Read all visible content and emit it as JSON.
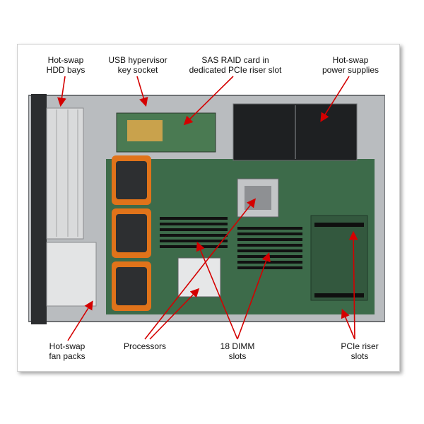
{
  "labels": {
    "hdd_bays": "Hot-swap\nHDD bays",
    "usb_hypervisor": "USB hypervisor\nkey socket",
    "sas_raid": "SAS RAID card in\ndedicated PCIe riser slot",
    "power_supplies": "Hot-swap\npower supplies",
    "fan_packs": "Hot-swap\nfan packs",
    "processors": "Processors",
    "dimm_slots": "18 DIMM\nslots",
    "pcie_riser": "PCIe riser\nslots"
  },
  "colors": {
    "arrow": "#d40000",
    "board": "#3d6b4a",
    "chassis": "#b9bcbf",
    "fan": "#e0731a"
  }
}
